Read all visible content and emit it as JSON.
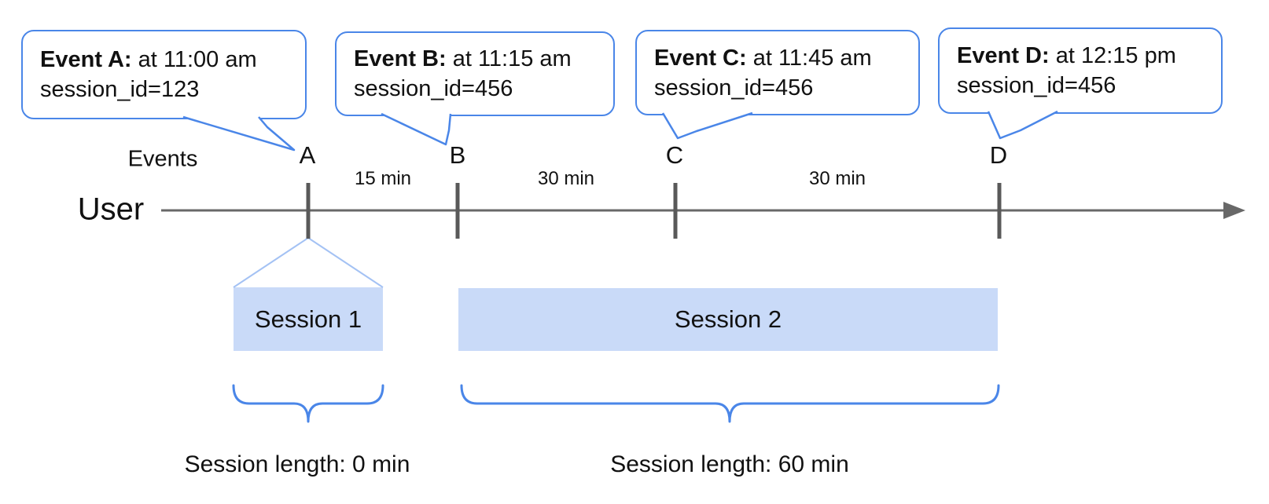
{
  "bubbles": [
    {
      "title": "Event A:",
      "time": " at 11:00 am",
      "session": "session_id=123"
    },
    {
      "title": "Event B:",
      "time": " at 11:15 am",
      "session": "session_id=456"
    },
    {
      "title": "Event C:",
      "time": " at 11:45 am",
      "session": "session_id=456"
    },
    {
      "title": "Event D:",
      "time": " at 12:15 pm",
      "session": "session_id=456"
    }
  ],
  "timeline": {
    "events_label": "Events",
    "user_label": "User",
    "markers": [
      "A",
      "B",
      "C",
      "D"
    ],
    "gaps": [
      "15 min",
      "30 min",
      "30 min"
    ]
  },
  "sessions": [
    {
      "label": "Session 1",
      "length_label": "Session length: 0 min"
    },
    {
      "label": "Session 2",
      "length_label": "Session length: 60 min"
    }
  ],
  "colors": {
    "bubble_border": "#4a86e8",
    "brace_blue": "#4a86e8",
    "session_fill": "#c9daf8",
    "funnel_line": "#a4c2f4",
    "timeline_gray": "#666666",
    "tick_gray": "#595959",
    "text": "#111111"
  }
}
